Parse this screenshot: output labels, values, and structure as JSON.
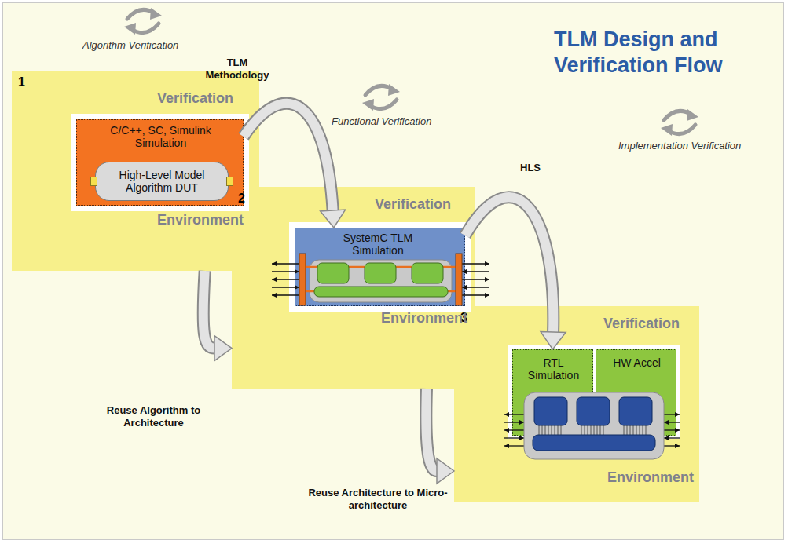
{
  "diagram": {
    "title": "TLM Design and Verification Flow",
    "nodes": [
      {
        "text": [
          "1",
          "Verification",
          "Environment"
        ]
      },
      {
        "text": [
          "C/C++, SC, Simulink Simulation"
        ],
        "in": 0
      },
      {
        "text": [
          "High-Level Model Algorithm DUT"
        ],
        "in": 1
      },
      {
        "text": [
          "2",
          "Verification",
          "Environment"
        ]
      },
      {
        "text": [
          "SystemC TLM Simulation"
        ],
        "in": 3
      },
      {
        "text": [
          "3",
          "Verification",
          "Environment"
        ]
      },
      {
        "text": [
          "RTL Simulation"
        ],
        "in": 5
      },
      {
        "text": [
          "HW Accel"
        ],
        "in": 5
      }
    ],
    "edges": [
      {
        "from": 1,
        "to": 4,
        "arrow": "to",
        "label": "TLM Methodology"
      },
      {
        "from": 0,
        "to": 3,
        "arrow": "to",
        "label": "Reuse Algorithm to Architecture"
      },
      {
        "from": 4,
        "to": 6,
        "arrow": "to",
        "label": "HLS"
      },
      {
        "from": 3,
        "to": 5,
        "arrow": "to",
        "label": "Reuse Architecture to Micro-architecture"
      }
    ],
    "labels": [
      "Algorithm Verification",
      "Functional Verification",
      "Implementation Verification"
    ]
  }
}
